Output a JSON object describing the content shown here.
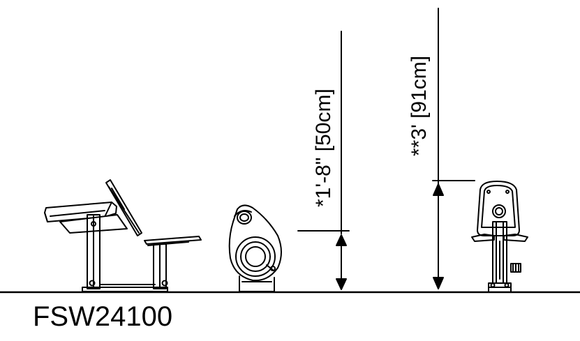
{
  "model_number": "FSW24100",
  "dimensions": {
    "seat_height_label": "*1'-8\" [50cm]",
    "overall_height_label": "**3' [91cm]"
  },
  "colors": {
    "ink": "#000000",
    "background": "#ffffff"
  }
}
